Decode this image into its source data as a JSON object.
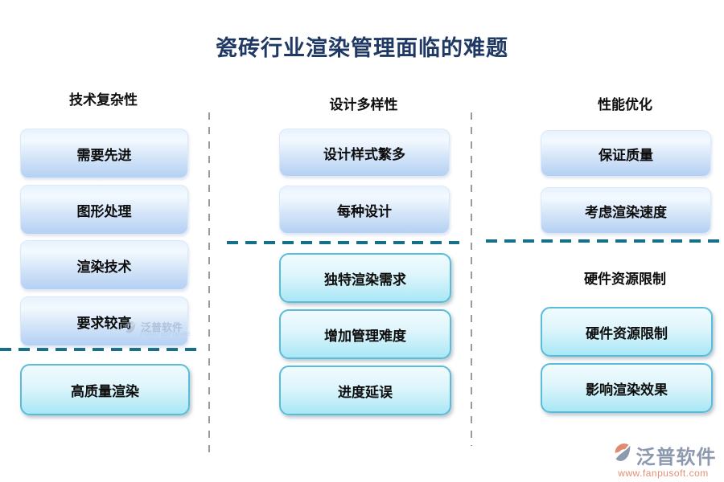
{
  "title": "瓷砖行业渲染管理面临的难题",
  "colors": {
    "title_text": "#1f3864",
    "box_blue_gradient_bottom": "#b4d0f2",
    "box_cyan_gradient_bottom": "#a9e7f6",
    "box_cyan_border": "#5bbcd9",
    "divider_teal": "#17708a",
    "divider_gray": "#9b9b9b",
    "logo_gray_blue": "#8d99ae",
    "logo_salmon": "#e28f74"
  },
  "columns": [
    {
      "header": "技术复杂性",
      "top_boxes": [
        "需要先进",
        "图形处理",
        "渲染技术",
        "要求较高"
      ],
      "bottom_boxes": [
        "高质量渲染"
      ]
    },
    {
      "header": "设计多样性",
      "top_boxes": [
        "设计样式繁多",
        "每种设计"
      ],
      "bottom_boxes": [
        "独特渲染需求",
        "增加管理难度",
        "进度延误"
      ]
    },
    {
      "header": "性能优化",
      "top_boxes": [
        "保证质量",
        "考虑渲染速度"
      ],
      "sub_header": "硬件资源限制",
      "bottom_boxes": [
        "硬件资源限制",
        "影响渲染效果"
      ]
    }
  ],
  "watermark": {
    "text": "泛普软件",
    "subtext": "FANPU SOFTWARE"
  },
  "logo": {
    "text": "泛普软件",
    "url": "www.fanpusoft.com"
  }
}
